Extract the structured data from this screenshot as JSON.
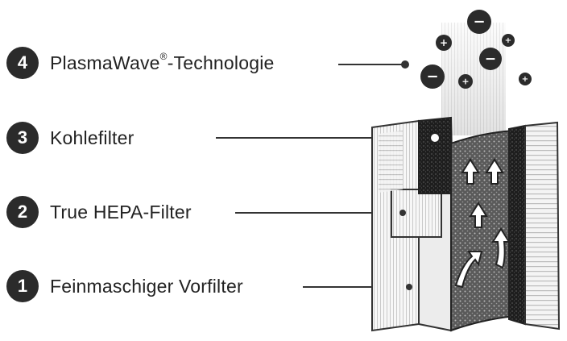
{
  "labels": [
    {
      "number": "4",
      "text": "PlasmaWave",
      "sup": "®",
      "suffix": "-Technologie"
    },
    {
      "number": "3",
      "text": "Kohlefilter"
    },
    {
      "number": "2",
      "text": "True HEPA-Filter"
    },
    {
      "number": "1",
      "text": "Feinmaschiger Vorfilter"
    }
  ],
  "ions": [
    {
      "sign": "−"
    },
    {
      "sign": "+"
    },
    {
      "sign": "+"
    },
    {
      "sign": "−"
    },
    {
      "sign": "−"
    },
    {
      "sign": "+"
    },
    {
      "sign": "+"
    }
  ],
  "colors": {
    "dark": "#2b2b2b",
    "line": "#333333",
    "light": "#f2f2f2"
  }
}
